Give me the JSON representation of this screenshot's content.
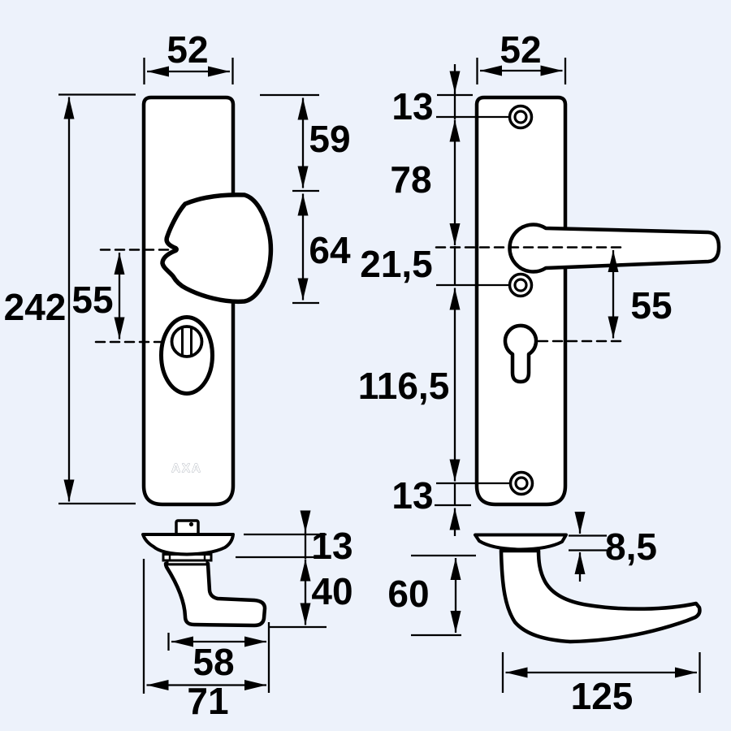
{
  "meta": {
    "background_color": "#edf2fb",
    "line_color": "#000000",
    "drawing_type": "dimensioned technical drawing of AXA security door hardware (backplates, knob and lever handle)"
  },
  "brand": {
    "logo": "AXA"
  },
  "labels": {
    "left_front": {
      "width": "52",
      "height": "242",
      "top_to_knob": "59",
      "knob_height": "64",
      "knob_to_cylinder": "55"
    },
    "right_front": {
      "width": "52",
      "top_to_screw": "13",
      "screw_to_handle": "78",
      "handle_to_screw": "21,5",
      "handle_to_cylinder": "55",
      "screw_to_screw": "116,5",
      "screw_to_bottom": "13"
    },
    "left_side": {
      "plate_depth": "13",
      "knob_projection": "40",
      "knob_width": "58",
      "total_projection": "71"
    },
    "right_side": {
      "rose_depth": "8,5",
      "handle_height": "60",
      "handle_length": "125"
    }
  }
}
